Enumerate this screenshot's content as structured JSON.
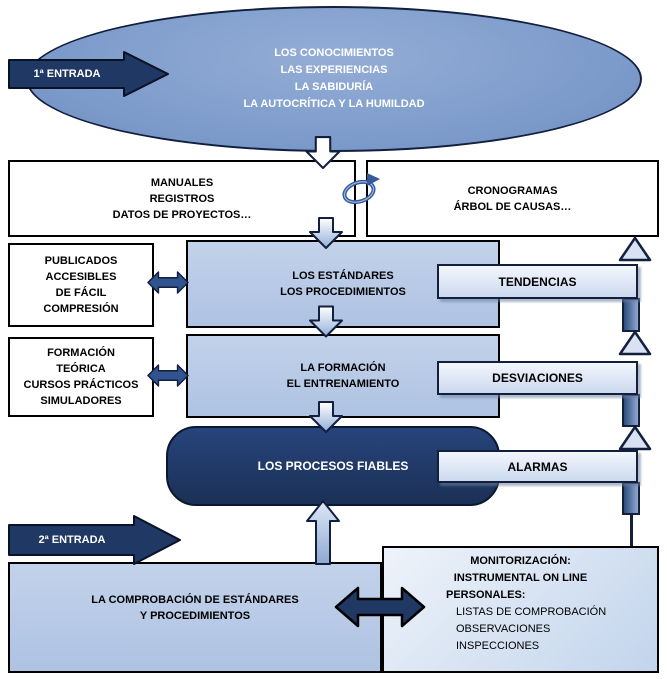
{
  "colors": {
    "navy": "#1F3864",
    "ellipse_blue": "#7E9CCB",
    "light_blue": "#B4C7E7",
    "pale_blue": "#D9E2F3",
    "arrow_blue": "#35599A"
  },
  "top": {
    "entrada1_label": "1ª ENTRADA",
    "ellipse_lines": [
      "LOS CONOCIMIENTOS",
      "LAS EXPERIENCIAS",
      "LA SABIDURÍA",
      "LA AUTOCRÍTICA Y LA HUMILDAD"
    ]
  },
  "row_documents": {
    "left_lines": [
      "MANUALES",
      "REGISTROS",
      "DATOS DE PROYECTOS…"
    ],
    "right_lines": [
      "CRONOGRAMAS",
      "ÁRBOL DE CAUSAS…"
    ]
  },
  "row_standards": {
    "side_lines": [
      "PUBLICADOS",
      "ACCESIBLES",
      "DE FÁCIL",
      "COMPRESIÓN"
    ],
    "center_lines": [
      "LOS ESTÁNDARES",
      "LOS PROCEDIMIENTOS"
    ],
    "tag": "TENDENCIAS"
  },
  "row_training": {
    "side_lines": [
      "FORMACIÓN",
      "TEÓRICA",
      "CURSOS PRÁCTICOS",
      "SIMULADORES"
    ],
    "center_lines": [
      "LA FORMACIÓN",
      "EL ENTRENAMIENTO"
    ],
    "tag": "DESVIACIONES"
  },
  "row_processes": {
    "center": "LOS PROCESOS FIABLES",
    "tag": "ALARMAS"
  },
  "bottom": {
    "entrada2_label": "2ª ENTRADA",
    "left_lines": [
      "LA COMPROBACIÓN DE ESTÁNDARES",
      "Y PROCEDIMIENTOS"
    ],
    "right_header": [
      "MONITORIZACIÓN:",
      "INSTRUMENTAL ON LINE"
    ],
    "right_sublabel": "PERSONALES:",
    "right_items": [
      "LISTAS DE COMPROBACIÓN",
      "OBSERVACIONES",
      "INSPECCIONES"
    ]
  }
}
